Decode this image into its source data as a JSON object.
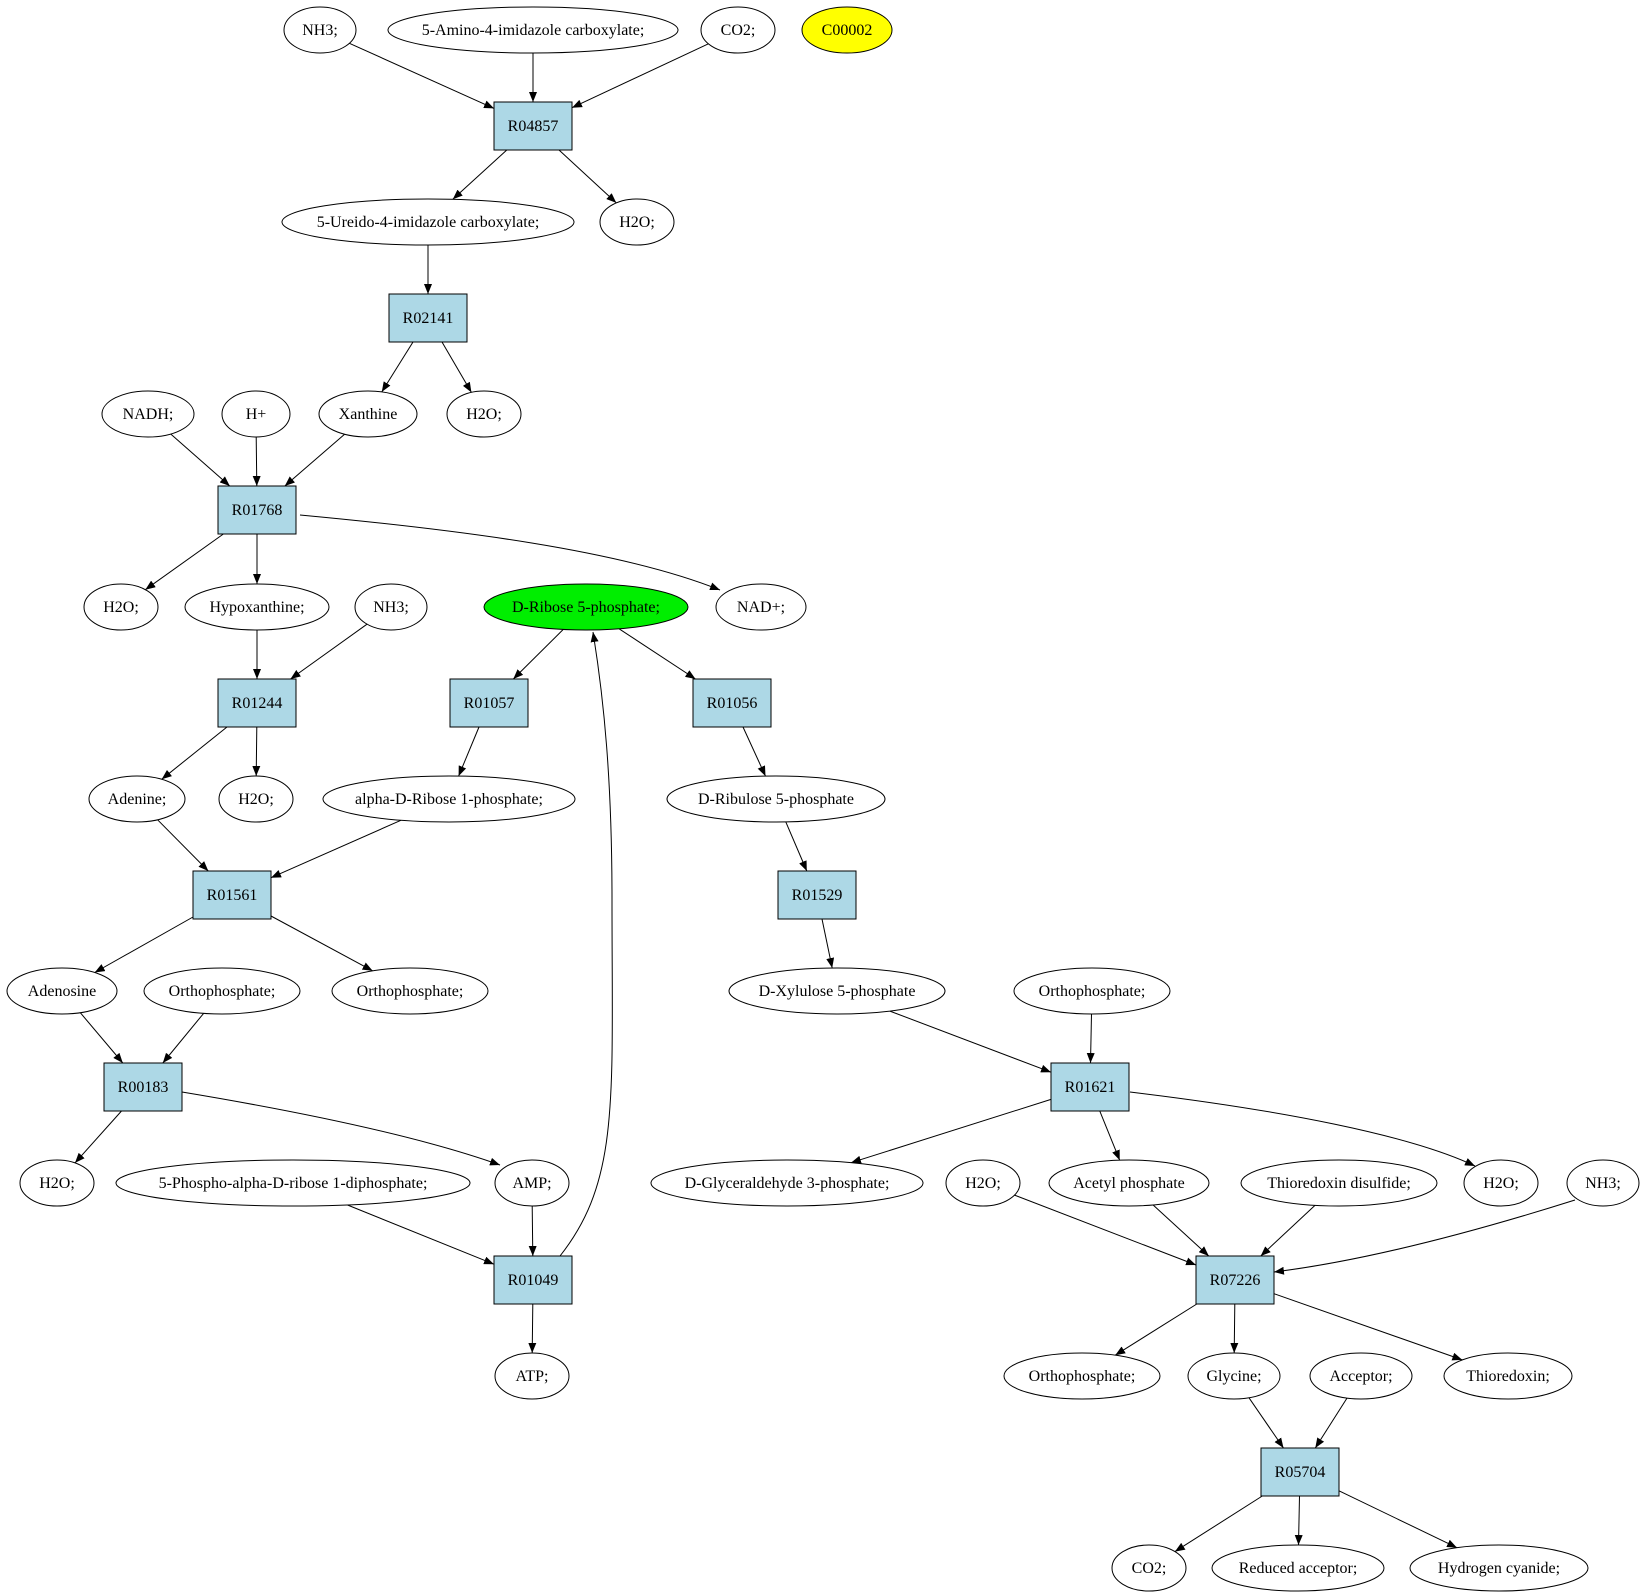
{
  "colors": {
    "reaction_fill": "#add8e6",
    "compound_fill": "#ffffff",
    "highlight_green": "#00ee00",
    "highlight_yellow": "#ffff00",
    "stroke": "#000000"
  },
  "nodes": [
    {
      "id": "c_nh3_1",
      "label": "NH3;",
      "shape": "ellipse",
      "fill": "compound"
    },
    {
      "id": "c_aica",
      "label": "5-Amino-4-imidazole carboxylate;",
      "shape": "ellipse",
      "fill": "compound"
    },
    {
      "id": "c_co2_1",
      "label": "CO2;",
      "shape": "ellipse",
      "fill": "compound"
    },
    {
      "id": "c_c00002",
      "label": "C00002",
      "shape": "ellipse",
      "fill": "yellow"
    },
    {
      "id": "r_R04857",
      "label": "R04857",
      "shape": "box",
      "fill": "reaction"
    },
    {
      "id": "c_uica",
      "label": "5-Ureido-4-imidazole carboxylate;",
      "shape": "ellipse",
      "fill": "compound"
    },
    {
      "id": "c_h2o_1",
      "label": "H2O;",
      "shape": "ellipse",
      "fill": "compound"
    },
    {
      "id": "r_R02141",
      "label": "R02141",
      "shape": "box",
      "fill": "reaction"
    },
    {
      "id": "c_nadh",
      "label": "NADH;",
      "shape": "ellipse",
      "fill": "compound"
    },
    {
      "id": "c_hplus",
      "label": "H+",
      "shape": "ellipse",
      "fill": "compound"
    },
    {
      "id": "c_xanthine",
      "label": "Xanthine",
      "shape": "ellipse",
      "fill": "compound"
    },
    {
      "id": "c_h2o_2",
      "label": "H2O;",
      "shape": "ellipse",
      "fill": "compound"
    },
    {
      "id": "r_R01768",
      "label": "R01768",
      "shape": "box",
      "fill": "reaction"
    },
    {
      "id": "c_h2o_3",
      "label": "H2O;",
      "shape": "ellipse",
      "fill": "compound"
    },
    {
      "id": "c_hypox",
      "label": "Hypoxanthine;",
      "shape": "ellipse",
      "fill": "compound"
    },
    {
      "id": "c_nh3_2",
      "label": "NH3;",
      "shape": "ellipse",
      "fill": "compound"
    },
    {
      "id": "c_r5p",
      "label": "D-Ribose 5-phosphate;",
      "shape": "ellipse",
      "fill": "green"
    },
    {
      "id": "c_nadplus",
      "label": "NAD+;",
      "shape": "ellipse",
      "fill": "compound"
    },
    {
      "id": "r_R01244",
      "label": "R01244",
      "shape": "box",
      "fill": "reaction"
    },
    {
      "id": "r_R01057",
      "label": "R01057",
      "shape": "box",
      "fill": "reaction"
    },
    {
      "id": "r_R01056",
      "label": "R01056",
      "shape": "box",
      "fill": "reaction"
    },
    {
      "id": "c_adenine",
      "label": "Adenine;",
      "shape": "ellipse",
      "fill": "compound"
    },
    {
      "id": "c_h2o_4",
      "label": "H2O;",
      "shape": "ellipse",
      "fill": "compound"
    },
    {
      "id": "c_ar1p",
      "label": "alpha-D-Ribose 1-phosphate;",
      "shape": "ellipse",
      "fill": "compound"
    },
    {
      "id": "c_ru5p",
      "label": "D-Ribulose 5-phosphate",
      "shape": "ellipse",
      "fill": "compound"
    },
    {
      "id": "r_R01561",
      "label": "R01561",
      "shape": "box",
      "fill": "reaction"
    },
    {
      "id": "r_R01529",
      "label": "R01529",
      "shape": "box",
      "fill": "reaction"
    },
    {
      "id": "c_adenosine",
      "label": "Adenosine",
      "shape": "ellipse",
      "fill": "compound"
    },
    {
      "id": "c_pi_1",
      "label": "Orthophosphate;",
      "shape": "ellipse",
      "fill": "compound"
    },
    {
      "id": "c_pi_2",
      "label": "Orthophosphate;",
      "shape": "ellipse",
      "fill": "compound"
    },
    {
      "id": "c_xu5p",
      "label": "D-Xylulose 5-phosphate",
      "shape": "ellipse",
      "fill": "compound"
    },
    {
      "id": "c_pi_3",
      "label": "Orthophosphate;",
      "shape": "ellipse",
      "fill": "compound"
    },
    {
      "id": "r_R00183",
      "label": "R00183",
      "shape": "box",
      "fill": "reaction"
    },
    {
      "id": "r_R01621",
      "label": "R01621",
      "shape": "box",
      "fill": "reaction"
    },
    {
      "id": "c_h2o_5",
      "label": "H2O;",
      "shape": "ellipse",
      "fill": "compound"
    },
    {
      "id": "c_prpp",
      "label": "5-Phospho-alpha-D-ribose 1-diphosphate;",
      "shape": "ellipse",
      "fill": "compound"
    },
    {
      "id": "c_amp",
      "label": "AMP;",
      "shape": "ellipse",
      "fill": "compound"
    },
    {
      "id": "c_g3p",
      "label": "D-Glyceraldehyde 3-phosphate;",
      "shape": "ellipse",
      "fill": "compound"
    },
    {
      "id": "c_h2o_6",
      "label": "H2O;",
      "shape": "ellipse",
      "fill": "compound"
    },
    {
      "id": "c_acp",
      "label": "Acetyl phosphate",
      "shape": "ellipse",
      "fill": "compound"
    },
    {
      "id": "c_trxss",
      "label": "Thioredoxin disulfide;",
      "shape": "ellipse",
      "fill": "compound"
    },
    {
      "id": "c_h2o_7",
      "label": "H2O;",
      "shape": "ellipse",
      "fill": "compound"
    },
    {
      "id": "c_nh3_3",
      "label": "NH3;",
      "shape": "ellipse",
      "fill": "compound"
    },
    {
      "id": "r_R01049",
      "label": "R01049",
      "shape": "box",
      "fill": "reaction"
    },
    {
      "id": "r_R07226",
      "label": "R07226",
      "shape": "box",
      "fill": "reaction"
    },
    {
      "id": "c_atp",
      "label": "ATP;",
      "shape": "ellipse",
      "fill": "compound"
    },
    {
      "id": "c_pi_4",
      "label": "Orthophosphate;",
      "shape": "ellipse",
      "fill": "compound"
    },
    {
      "id": "c_glycine",
      "label": "Glycine;",
      "shape": "ellipse",
      "fill": "compound"
    },
    {
      "id": "c_acceptor",
      "label": "Acceptor;",
      "shape": "ellipse",
      "fill": "compound"
    },
    {
      "id": "c_trx",
      "label": "Thioredoxin;",
      "shape": "ellipse",
      "fill": "compound"
    },
    {
      "id": "r_R05704",
      "label": "R05704",
      "shape": "box",
      "fill": "reaction"
    },
    {
      "id": "c_co2_2",
      "label": "CO2;",
      "shape": "ellipse",
      "fill": "compound"
    },
    {
      "id": "c_redacc",
      "label": "Reduced acceptor;",
      "shape": "ellipse",
      "fill": "compound"
    },
    {
      "id": "c_hcn",
      "label": "Hydrogen cyanide;",
      "shape": "ellipse",
      "fill": "compound"
    }
  ],
  "edges": [
    [
      "c_nh3_1",
      "r_R04857"
    ],
    [
      "c_aica",
      "r_R04857"
    ],
    [
      "c_co2_1",
      "r_R04857"
    ],
    [
      "r_R04857",
      "c_uica"
    ],
    [
      "r_R04857",
      "c_h2o_1"
    ],
    [
      "c_uica",
      "r_R02141"
    ],
    [
      "r_R02141",
      "c_xanthine"
    ],
    [
      "r_R02141",
      "c_h2o_2"
    ],
    [
      "c_nadh",
      "r_R01768"
    ],
    [
      "c_hplus",
      "r_R01768"
    ],
    [
      "c_xanthine",
      "r_R01768"
    ],
    [
      "r_R01768",
      "c_h2o_3"
    ],
    [
      "r_R01768",
      "c_hypox"
    ],
    [
      "r_R01768",
      "c_nadplus"
    ],
    [
      "c_hypox",
      "r_R01244"
    ],
    [
      "c_nh3_2",
      "r_R01244"
    ],
    [
      "r_R01244",
      "c_adenine"
    ],
    [
      "r_R01244",
      "c_h2o_4"
    ],
    [
      "c_r5p",
      "r_R01057"
    ],
    [
      "c_r5p",
      "r_R01056"
    ],
    [
      "r_R01057",
      "c_ar1p"
    ],
    [
      "r_R01056",
      "c_ru5p"
    ],
    [
      "c_adenine",
      "r_R01561"
    ],
    [
      "c_ar1p",
      "r_R01561"
    ],
    [
      "r_R01561",
      "c_adenosine"
    ],
    [
      "r_R01561",
      "c_pi_2"
    ],
    [
      "c_ru5p",
      "r_R01529"
    ],
    [
      "r_R01529",
      "c_xu5p"
    ],
    [
      "c_adenosine",
      "r_R00183"
    ],
    [
      "c_pi_1",
      "r_R00183"
    ],
    [
      "r_R00183",
      "c_h2o_5"
    ],
    [
      "r_R00183",
      "c_amp"
    ],
    [
      "c_prpp",
      "r_R01049"
    ],
    [
      "c_amp",
      "r_R01049"
    ],
    [
      "r_R01049",
      "c_atp"
    ],
    [
      "r_R01049",
      "c_r5p"
    ],
    [
      "c_xu5p",
      "r_R01621"
    ],
    [
      "c_pi_3",
      "r_R01621"
    ],
    [
      "r_R01621",
      "c_g3p"
    ],
    [
      "r_R01621",
      "c_acp"
    ],
    [
      "r_R01621",
      "c_h2o_7"
    ],
    [
      "c_h2o_6",
      "r_R07226"
    ],
    [
      "c_acp",
      "r_R07226"
    ],
    [
      "c_trxss",
      "r_R07226"
    ],
    [
      "c_nh3_3",
      "r_R07226"
    ],
    [
      "r_R07226",
      "c_pi_4"
    ],
    [
      "r_R07226",
      "c_glycine"
    ],
    [
      "r_R07226",
      "c_trx"
    ],
    [
      "c_glycine",
      "r_R05704"
    ],
    [
      "c_acceptor",
      "r_R05704"
    ],
    [
      "r_R05704",
      "c_co2_2"
    ],
    [
      "r_R05704",
      "c_redacc"
    ],
    [
      "r_R05704",
      "c_hcn"
    ]
  ]
}
